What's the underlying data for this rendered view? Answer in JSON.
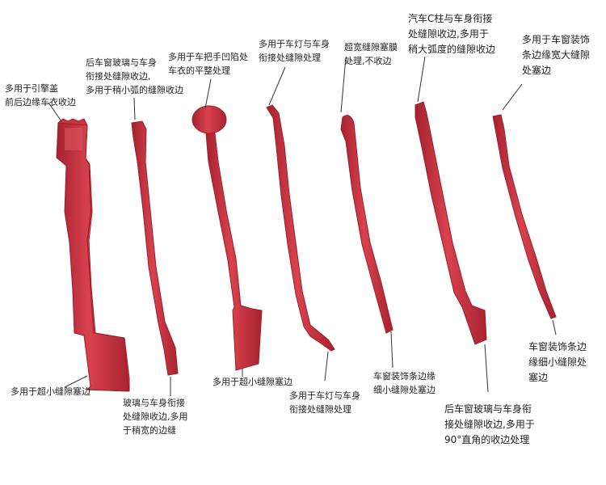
{
  "colors": {
    "tool_red": "#c8343f",
    "tool_dark": "#9e1f2c",
    "tool_light": "#e05560",
    "leader": "#333333"
  },
  "annotations": [
    {
      "id": "a1",
      "lines": [
        "多用于引擎盖",
        "前后边缘车衣收边"
      ]
    },
    {
      "id": "a2",
      "lines": [
        "后车窗玻璃与车身",
        "衔接处缝隙收边,",
        "多用于稍小弧的缝隙收边"
      ]
    },
    {
      "id": "a3",
      "lines": [
        "多用于车把手凹陷处",
        "车衣的平整处理"
      ]
    },
    {
      "id": "a4",
      "lines": [
        "多用于车灯与车身",
        "衔接处缝隙处理"
      ]
    },
    {
      "id": "a5",
      "lines": [
        "超宽缝隙塞膜",
        "处理,不收边"
      ]
    },
    {
      "id": "a6",
      "lines": [
        "汽车C柱与车身衔接",
        "处缝隙收边,多用于",
        "稍大弧度的缝隙收边"
      ]
    },
    {
      "id": "a7",
      "lines": [
        "多用于车窗装饰",
        "条边缘宽大缝隙",
        "处塞边"
      ]
    },
    {
      "id": "a8",
      "lines": [
        "多用于超小缝隙塞边"
      ]
    },
    {
      "id": "a9",
      "lines": [
        "玻璃与车身衔接",
        "处缝隙收边,多用",
        "于稍宽的边缝"
      ]
    },
    {
      "id": "a10",
      "lines": [
        "多用于超小缝隙塞边"
      ]
    },
    {
      "id": "a11",
      "lines": [
        "多用于车灯与车身",
        "衔接处缝隙处理"
      ]
    },
    {
      "id": "a12",
      "lines": [
        "车窗装饰条边缘",
        "细小缝隙处塞边"
      ]
    },
    {
      "id": "a13",
      "lines": [
        "后车窗玻璃与车身衔",
        "接处缝隙收边,多用于",
        "90°直角的收边处理"
      ]
    },
    {
      "id": "a14",
      "lines": [
        "车窗装饰条边",
        "缘细小缝隙处",
        "塞边"
      ]
    }
  ]
}
